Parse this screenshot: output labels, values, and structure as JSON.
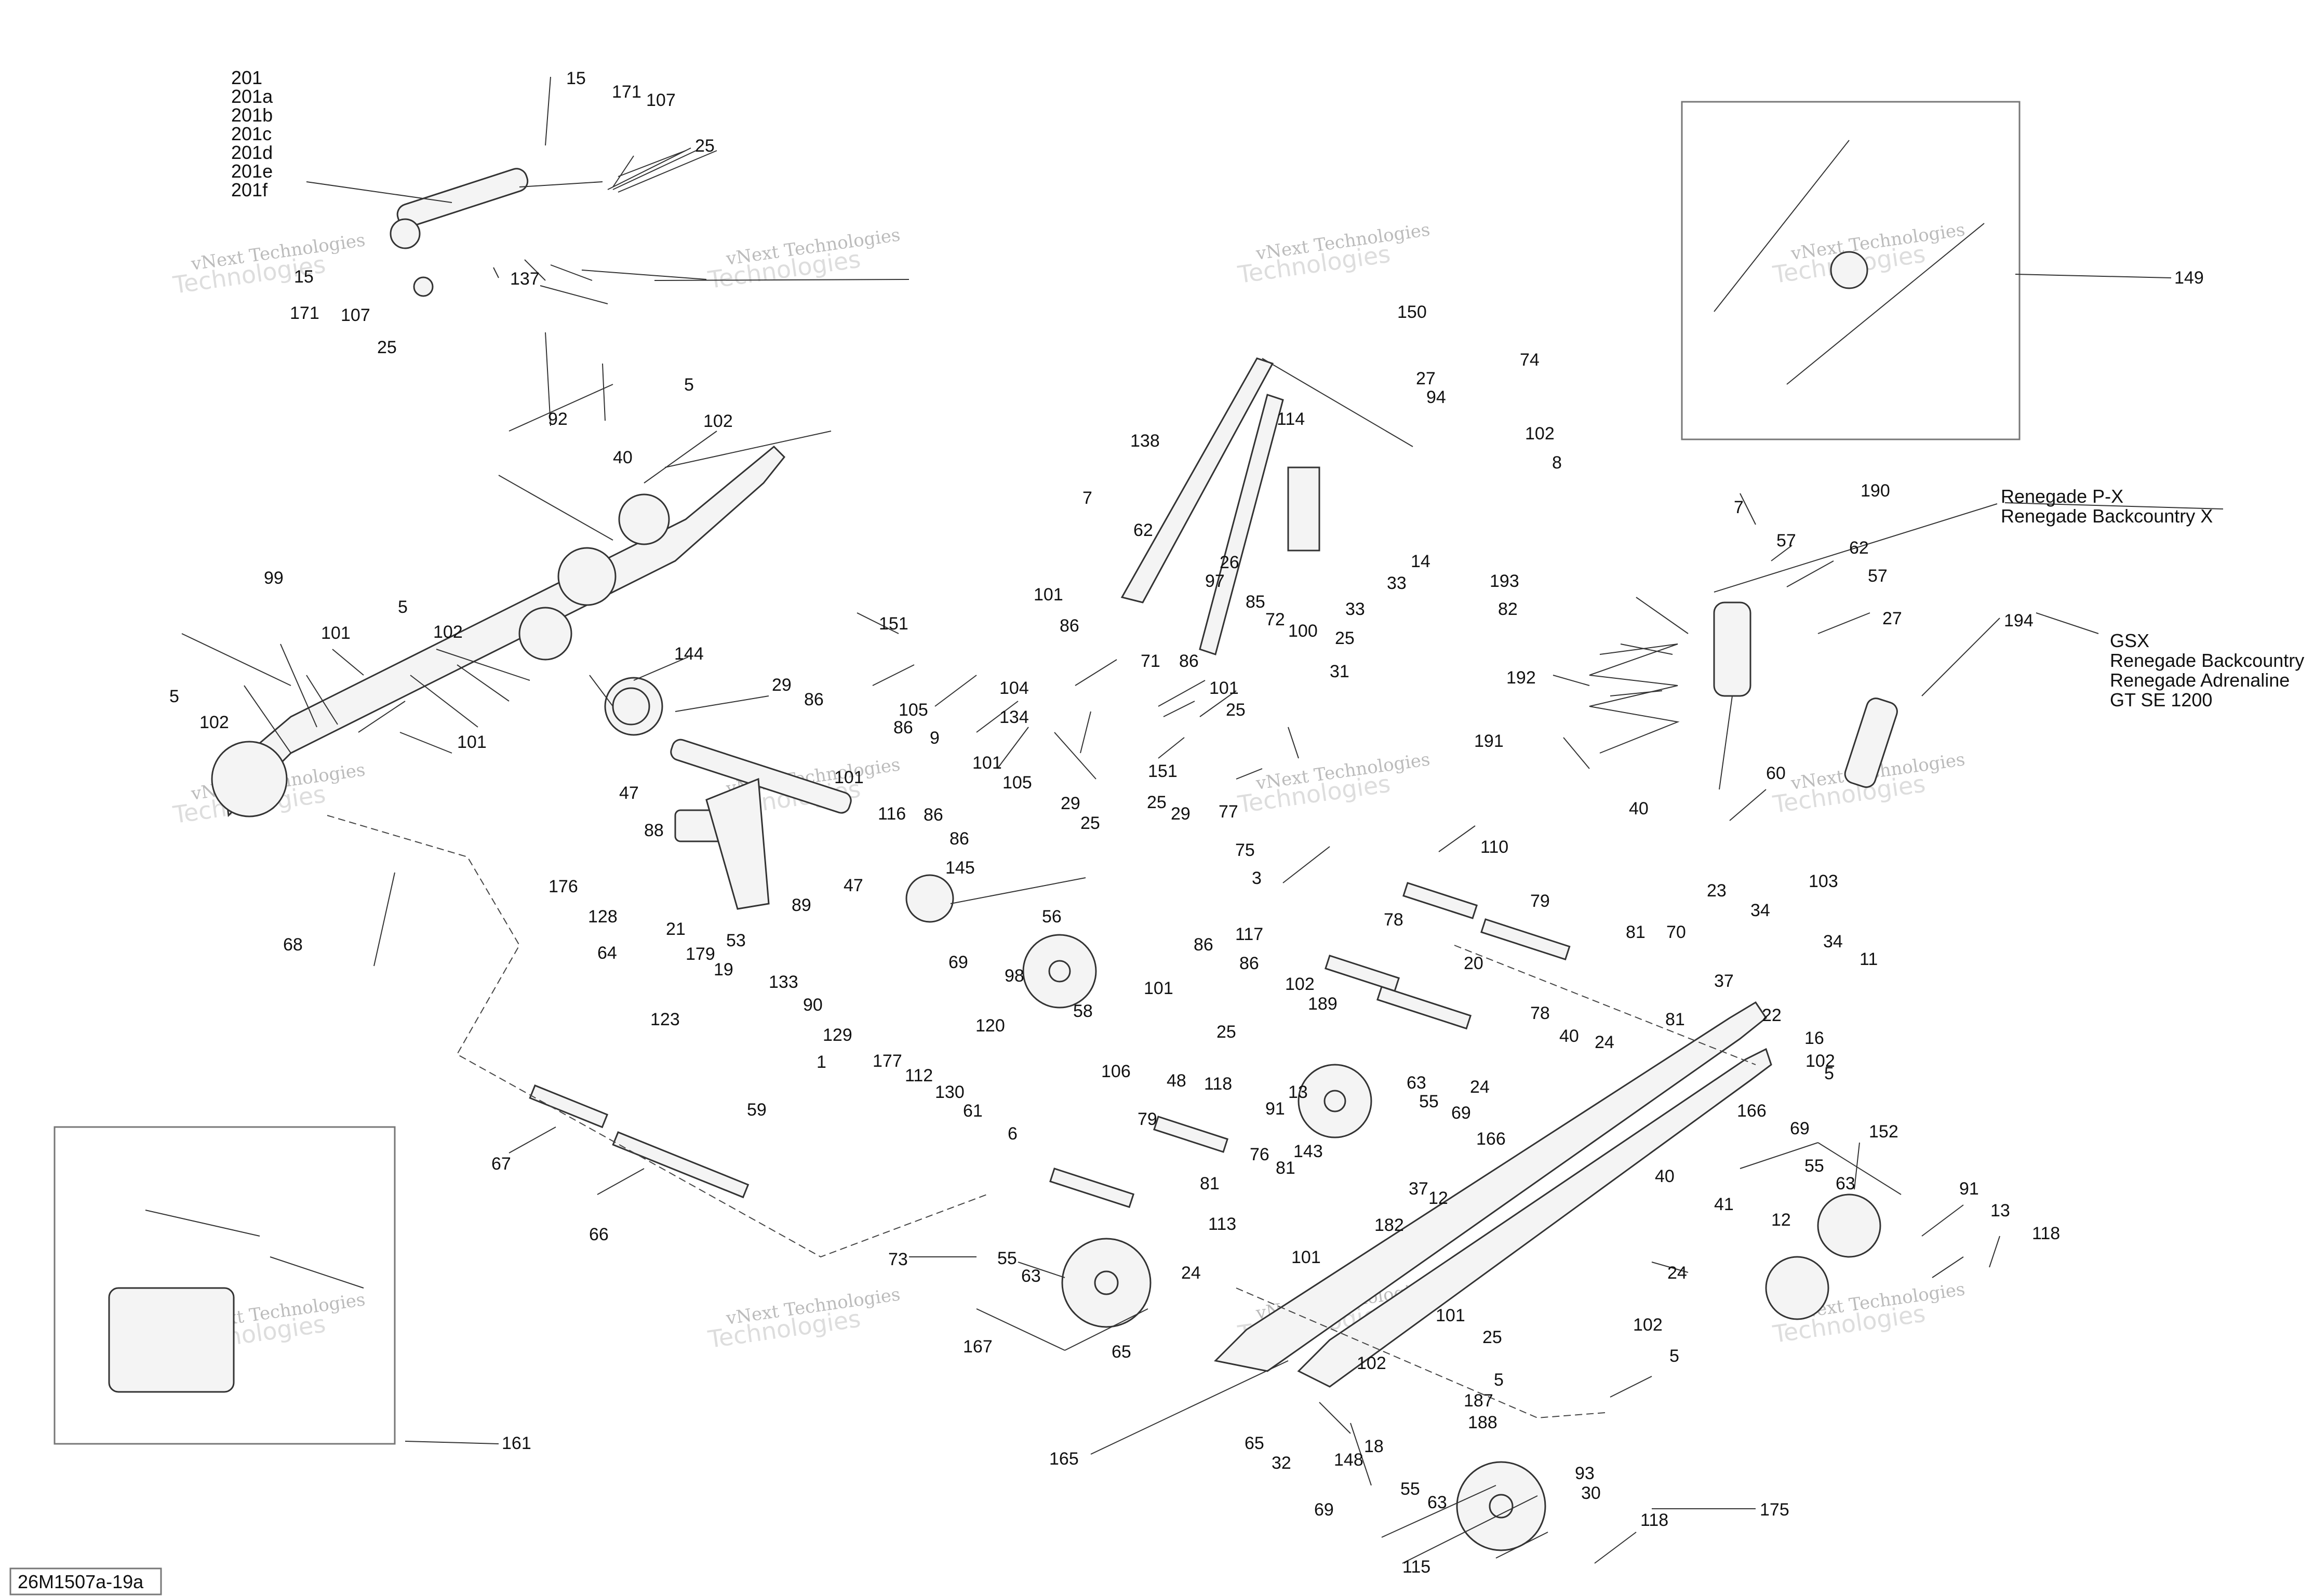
{
  "figure_code": "26M1507a-19a",
  "watermark": {
    "line1": "vNext Technologies",
    "line2": "Technologies"
  },
  "callouts": {
    "201": "201",
    "201a": "201a",
    "201b": "201b",
    "201c": "201c",
    "201d": "201d",
    "201e": "201e",
    "201f": "201f",
    "15": "15",
    "171": "171",
    "107": "107",
    "25": "25",
    "137": "137",
    "92": "92",
    "40": "40",
    "5": "5",
    "102": "102",
    "99": "99",
    "101": "101",
    "68": "68",
    "144": "144",
    "151": "151",
    "86": "86",
    "104": "104",
    "71": "71",
    "134": "134",
    "29": "29",
    "105": "105",
    "9": "9",
    "47": "47",
    "116": "116",
    "88": "88",
    "176": "176",
    "89": "89",
    "145": "145",
    "128": "128",
    "21": "21",
    "53": "53",
    "179": "179",
    "19": "19",
    "64": "64",
    "133": "133",
    "90": "90",
    "123": "123",
    "129": "129",
    "177": "177",
    "112": "112",
    "120": "120",
    "130": "130",
    "61": "61",
    "6": "6",
    "1": "1",
    "59": "59",
    "67": "67",
    "66": "66",
    "69": "69",
    "98": "98",
    "56": "56",
    "58": "58",
    "106": "106",
    "117": "117",
    "48": "48",
    "118": "118",
    "189": "189",
    "91": "91",
    "13": "13",
    "150": "150",
    "27": "27",
    "94": "94",
    "74": "74",
    "8": "8",
    "138": "138",
    "7": "7",
    "62": "62",
    "114": "114",
    "26": "26",
    "97": "97",
    "85": "85",
    "72": "72",
    "100": "100",
    "14": "14",
    "33": "33",
    "31": "31",
    "190": "190",
    "57": "57",
    "193": "193",
    "82": "82",
    "192": "192",
    "191": "191",
    "60": "60",
    "194": "194",
    "149": "149",
    "110": "110",
    "79": "79",
    "78": "78",
    "20": "20",
    "81": "81",
    "70": "70",
    "23": "23",
    "34": "34",
    "103": "103",
    "11": "11",
    "37": "37",
    "22": "22",
    "16": "16",
    "24": "24",
    "63": "63",
    "55": "55",
    "166": "166",
    "76": "76",
    "143": "143",
    "12": "12",
    "182": "182",
    "113": "113",
    "41": "41",
    "152": "152",
    "73": "73",
    "167": "167",
    "65": "65",
    "165": "165",
    "32": "32",
    "148": "148",
    "18": "18",
    "187": "187",
    "188": "188",
    "175": "175",
    "93": "93",
    "30": "30",
    "115": "115",
    "161": "161",
    "3": "3",
    "75": "75",
    "77": "77"
  },
  "model_notes": {
    "shock_190": [
      "Renegade P-X",
      "Renegade Backcountry X"
    ],
    "shock_194": [
      "GSX",
      "Renegade Backcountry",
      "Renegade Adrenaline",
      "GT SE 1200"
    ]
  }
}
